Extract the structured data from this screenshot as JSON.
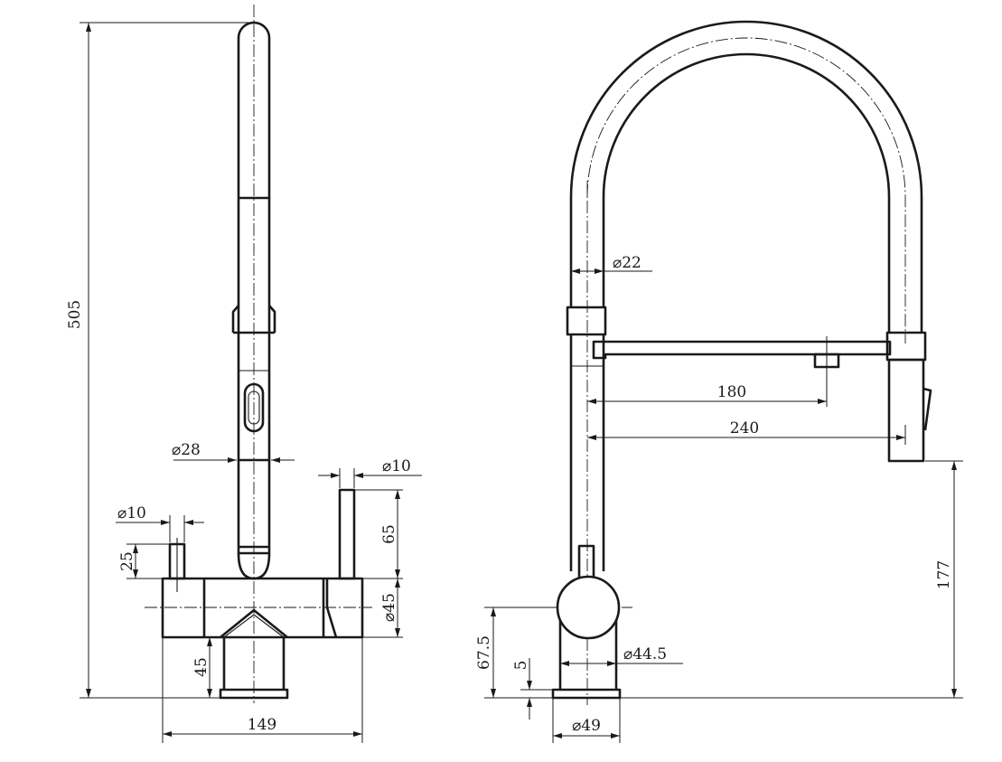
{
  "front_view": {
    "dims": {
      "total_height": "505",
      "spout_dia": "⌀28",
      "right_handle_dia": "⌀10",
      "left_handle_dia": "⌀10",
      "left_handle_height": "25",
      "right_handle_height": "65",
      "body_dia": "⌀45",
      "shank_height": "45",
      "body_width": "149"
    }
  },
  "side_view": {
    "dims": {
      "hose_dia": "⌀22",
      "reach_180": "180",
      "reach_240": "240",
      "spout_clearance": "177",
      "body_height": "67.5",
      "base_height": "5",
      "body_dia": "⌀44.5",
      "base_dia": "⌀49"
    }
  }
}
